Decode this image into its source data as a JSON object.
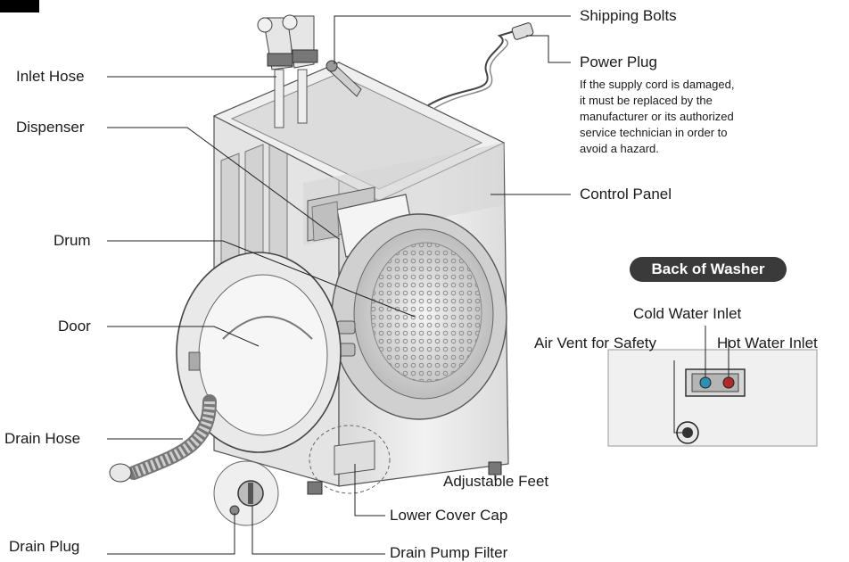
{
  "labels": {
    "shipping_bolts": "Shipping Bolts",
    "power_plug": "Power Plug",
    "power_plug_note": [
      "If the supply cord is damaged,",
      "it must be replaced by the",
      "manufacturer or its authorized",
      "service technician in order to",
      "avoid a hazard."
    ],
    "control_panel": "Control Panel",
    "inlet_hose": "Inlet Hose",
    "dispenser": "Dispenser",
    "drum": "Drum",
    "door": "Door",
    "drain_hose": "Drain Hose",
    "adjustable_feet": "Adjustable Feet",
    "lower_cover_cap": "Lower Cover Cap",
    "drain_plug": "Drain Plug",
    "drain_pump_filter": "Drain Pump Filter"
  },
  "back_panel": {
    "title": "Back of Washer",
    "cold_water_inlet": "Cold Water Inlet",
    "hot_water_inlet": "Hot Water Inlet",
    "air_vent": "Air Vent for Safety"
  },
  "colors": {
    "cold_inlet": "#2e8fb0",
    "hot_inlet": "#b02a2a",
    "body_gray": "#e8e8e8",
    "line": "#222222"
  }
}
